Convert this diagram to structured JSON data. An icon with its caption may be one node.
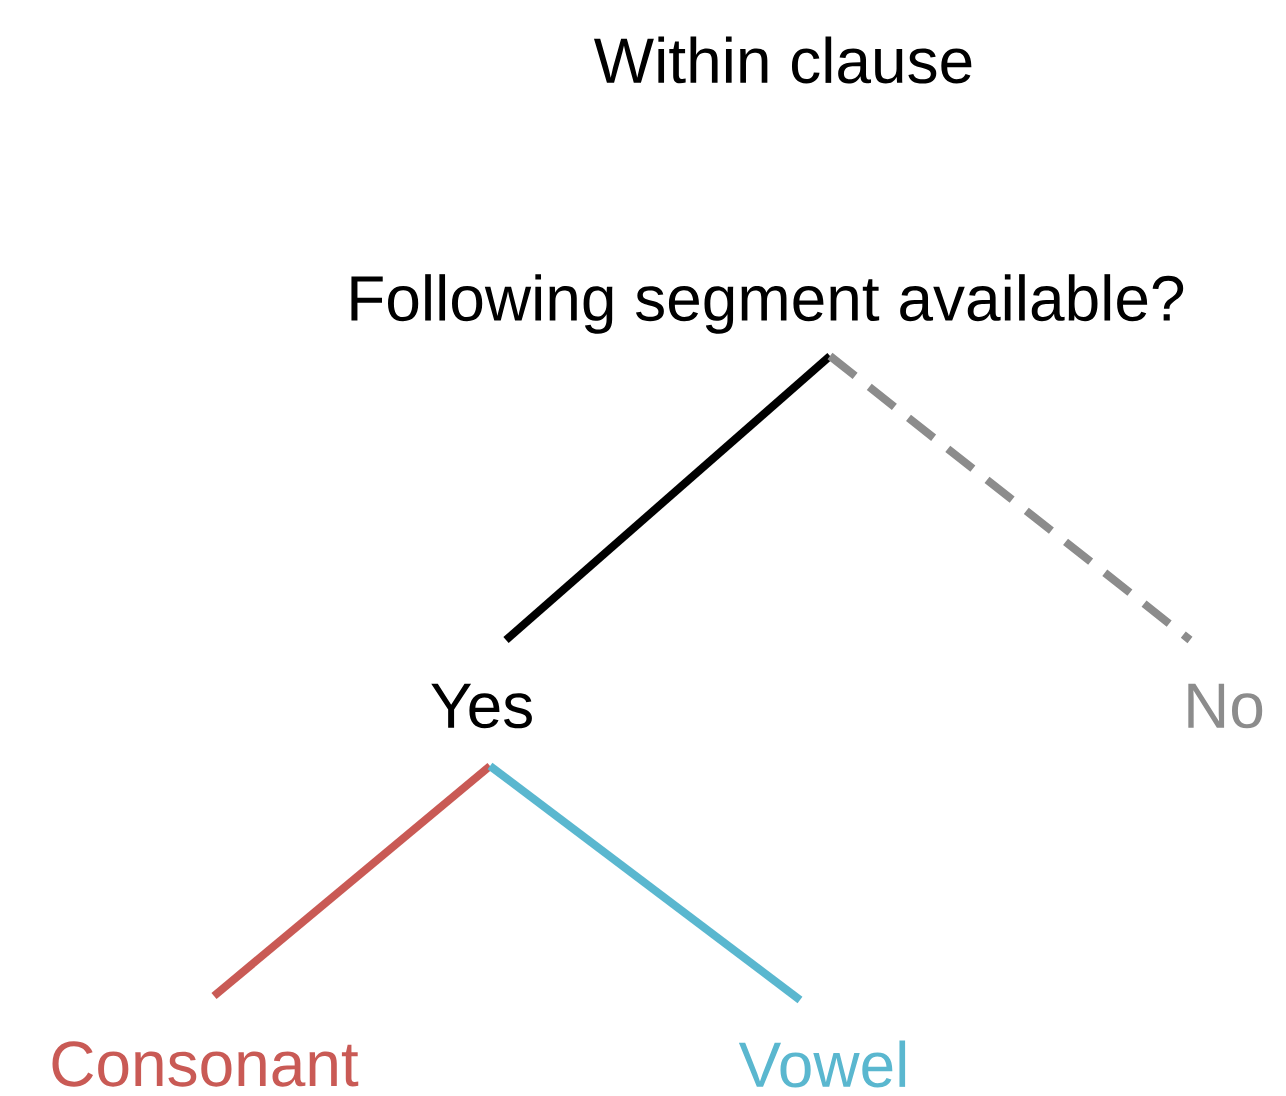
{
  "diagram": {
    "title": "Within clause",
    "nodes": [
      {
        "text": [
          "Following segment available?"
        ]
      },
      {
        "text": [
          "Yes"
        ]
      },
      {
        "text": [
          "No"
        ]
      },
      {
        "text": [
          "Consonant"
        ]
      },
      {
        "text": [
          "Vowel"
        ]
      }
    ],
    "edges": [
      {
        "from": 0,
        "to": 1,
        "arrow": "none",
        "color": "#000000"
      },
      {
        "from": 0,
        "to": 2,
        "arrow": "none",
        "style": "dashed",
        "color": "#8c8c8c"
      },
      {
        "from": 1,
        "to": 3,
        "arrow": "none",
        "color": "#c95a55"
      },
      {
        "from": 1,
        "to": 4,
        "arrow": "none",
        "color": "#5ab7cf"
      }
    ]
  }
}
